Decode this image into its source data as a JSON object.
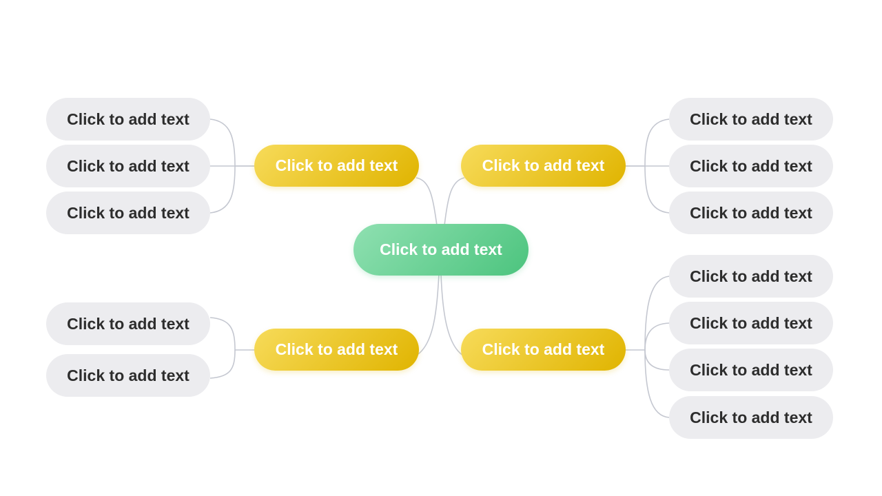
{
  "colors": {
    "root_start": "#8fe0b1",
    "root_end": "#4cc47e",
    "branch_start": "#f7db5a",
    "branch_end": "#e0b400",
    "leaf_fill": "#ececef",
    "leaf_text": "#2d2d2d",
    "connector": "#c4c7d0"
  },
  "mindmap": {
    "root": {
      "label": "Click to add text"
    },
    "branches": {
      "top_left": {
        "label": "Click to add text",
        "children": [
          "Click to add text",
          "Click to add text",
          "Click to add text"
        ]
      },
      "top_right": {
        "label": "Click to add text",
        "children": [
          "Click to add text",
          "Click to add text",
          "Click to add text"
        ]
      },
      "bottom_left": {
        "label": "Click to add text",
        "children": [
          "Click to add text",
          "Click to add text"
        ]
      },
      "bottom_right": {
        "label": "Click to add text",
        "children": [
          "Click to add text",
          "Click to add text",
          "Click to add text",
          "Click to add text"
        ]
      }
    }
  }
}
